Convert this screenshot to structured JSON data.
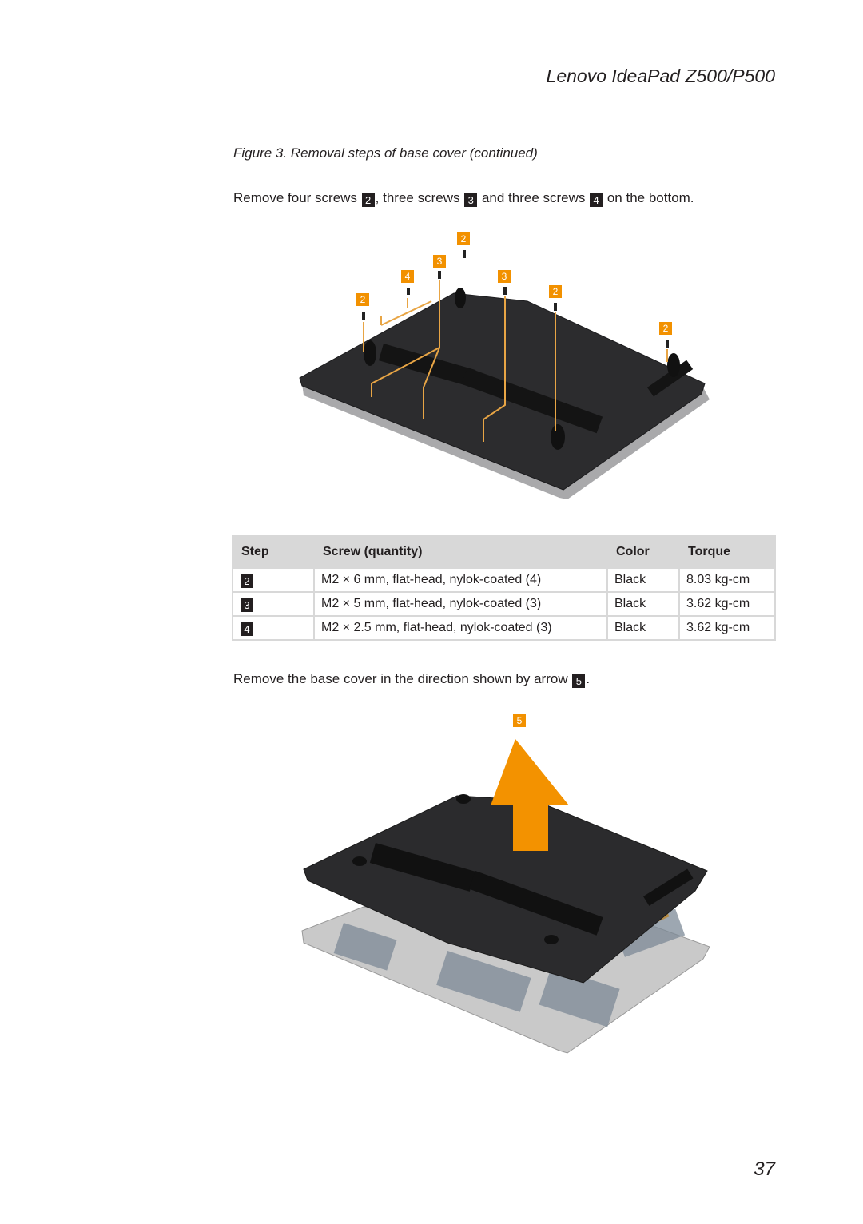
{
  "header": {
    "title": "Lenovo IdeaPad Z500/P500"
  },
  "figure_caption": "Figure 3. Removal steps of base cover (continued)",
  "instruction1": {
    "part1": "Remove four screws ",
    "badge1": "2",
    "part2": ", three screws ",
    "badge2": "3",
    "part3": " and three screws ",
    "badge3": "4",
    "part4": " on the bottom."
  },
  "figure1_callouts": [
    "2",
    "3",
    "4",
    "2",
    "3",
    "2",
    "2"
  ],
  "table": {
    "headers": [
      "Step",
      "Screw (quantity)",
      "Color",
      "Torque"
    ],
    "rows": [
      {
        "step": "2",
        "screw": "M2 × 6 mm, flat-head, nylok-coated (4)",
        "color": "Black",
        "torque": "8.03 kg-cm"
      },
      {
        "step": "3",
        "screw": "M2 × 5 mm, flat-head, nylok-coated (3)",
        "color": "Black",
        "torque": "3.62 kg-cm"
      },
      {
        "step": "4",
        "screw": "M2 × 2.5 mm, flat-head, nylok-coated (3)",
        "color": "Black",
        "torque": "3.62 kg-cm"
      }
    ]
  },
  "instruction2": {
    "part1": "Remove the base cover in the direction shown by arrow ",
    "badge1": "5",
    "part2": "."
  },
  "figure2_callout": "5",
  "colors": {
    "callout": "#f29100",
    "cover": "#2b2b2d",
    "arrow": "#f39200"
  },
  "page_number": "37"
}
